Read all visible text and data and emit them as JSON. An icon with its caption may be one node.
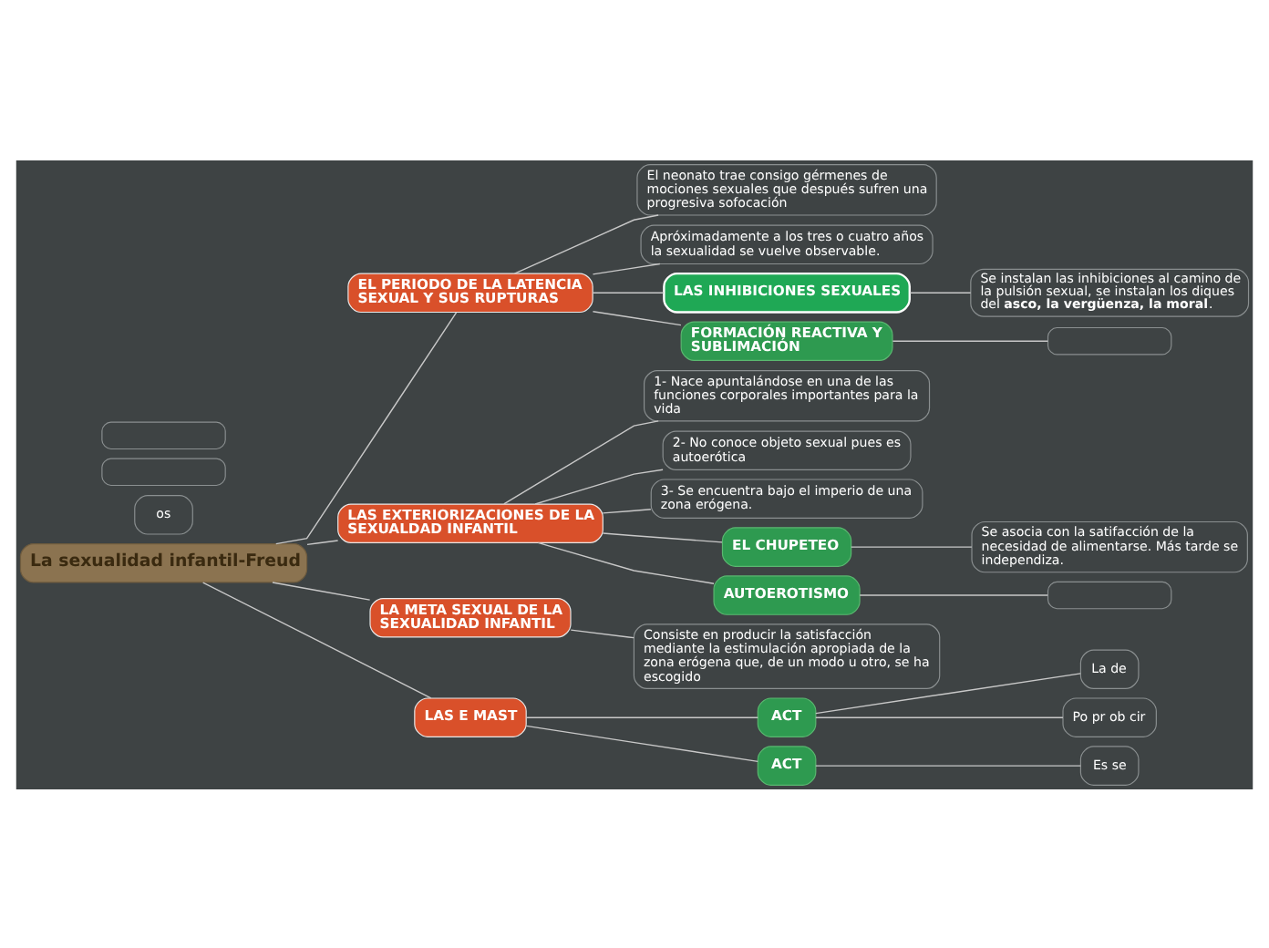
{
  "diagram": {
    "nodes": [
      {
        "text": [
          "La sexualidad infantil-Freud"
        ]
      },
      {
        "text": [
          "EL PERIODO DE LA LATENCIA SEXUAL Y SUS RUPTURAS"
        ]
      },
      {
        "text": [
          "El neonato trae consigo gérmenes de mociones sexuales que después sufren una progresiva sofocación"
        ]
      },
      {
        "text": [
          "Apróximadamente a los tres o cuatro años la sexualidad se vuelve observable."
        ]
      },
      {
        "text": [
          "LAS INHIBICIONES SEXUALES"
        ]
      },
      {
        "text": [
          "Se instalan las inhibiciones al camino de la pulsión sexual, se instalan los diques del **asco, la vergüenza, la moral**."
        ]
      },
      {
        "text": [
          "FORMACIÓN REACTIVA Y SUBLIMACIÓN"
        ]
      },
      {
        "text": [],
        "shape": "box"
      },
      {
        "text": [
          "LAS EXTERIORIZACIONES DE LA SEXUALDAD INFANTIL"
        ]
      },
      {
        "text": [
          "1- Nace apuntalándose en una de las funciones corporales importantes para la vida"
        ]
      },
      {
        "text": [
          "2- No conoce objeto sexual pues es autoerótica"
        ]
      },
      {
        "text": [
          "3- Se encuentra bajo el imperio de una zona erógena."
        ]
      },
      {
        "text": [
          "EL CHUPETEO"
        ]
      },
      {
        "text": [
          "Se asocia con la satifacción de la necesidad de alimentarse. Más tarde se independiza."
        ]
      },
      {
        "text": [
          "AUTOEROTISMO"
        ]
      },
      {
        "text": [],
        "shape": "box"
      },
      {
        "text": [
          "LA META SEXUAL DE LA SEXUALIDAD INFANTIL"
        ]
      },
      {
        "text": [
          "Consiste en producir la satisfacción mediante la estimulación apropiada de la zona erógena que, de un modo u otro, se ha escogido"
        ]
      },
      {
        "text": [
          "LAS E MAST"
        ]
      },
      {
        "text": [
          "ACT"
        ]
      },
      {
        "text": [
          "La de"
        ]
      },
      {
        "text": [
          "Po pr ob cir"
        ]
      },
      {
        "text": [
          "ACT"
        ]
      },
      {
        "text": [
          "Es se"
        ]
      },
      {
        "text": [
          "os"
        ]
      },
      {
        "text": [],
        "shape": "box"
      },
      {
        "text": [],
        "shape": "box"
      }
    ],
    "edges": [
      {
        "from": 0,
        "to": 1,
        "arrow": "none"
      },
      {
        "from": 1,
        "to": 2,
        "arrow": "none"
      },
      {
        "from": 1,
        "to": 3,
        "arrow": "none"
      },
      {
        "from": 1,
        "to": 4,
        "arrow": "none"
      },
      {
        "from": 4,
        "to": 5,
        "arrow": "none"
      },
      {
        "from": 1,
        "to": 6,
        "arrow": "none"
      },
      {
        "from": 6,
        "to": 7,
        "arrow": "none"
      },
      {
        "from": 0,
        "to": 8,
        "arrow": "none"
      },
      {
        "from": 8,
        "to": 9,
        "arrow": "none"
      },
      {
        "from": 8,
        "to": 10,
        "arrow": "none"
      },
      {
        "from": 8,
        "to": 11,
        "arrow": "none"
      },
      {
        "from": 8,
        "to": 12,
        "arrow": "none"
      },
      {
        "from": 12,
        "to": 13,
        "arrow": "none"
      },
      {
        "from": 8,
        "to": 14,
        "arrow": "none"
      },
      {
        "from": 14,
        "to": 15,
        "arrow": "none"
      },
      {
        "from": 0,
        "to": 16,
        "arrow": "none"
      },
      {
        "from": 16,
        "to": 17,
        "arrow": "none"
      },
      {
        "from": 0,
        "to": 18,
        "arrow": "none"
      },
      {
        "from": 18,
        "to": 19,
        "arrow": "none"
      },
      {
        "from": 19,
        "to": 20,
        "arrow": "none"
      },
      {
        "from": 19,
        "to": 21,
        "arrow": "none"
      },
      {
        "from": 18,
        "to": 22,
        "arrow": "none"
      },
      {
        "from": 22,
        "to": 23,
        "arrow": "none"
      }
    ]
  }
}
